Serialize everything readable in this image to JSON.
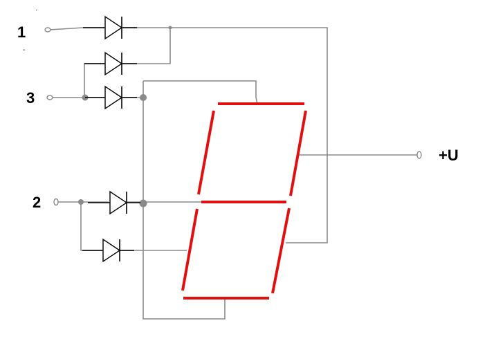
{
  "diagram": {
    "labels": {
      "input_1": "1",
      "input_3": "3",
      "input_2": "2",
      "supply": "+U"
    },
    "stray_marks": [
      "·",
      "-"
    ],
    "colors": {
      "segment": "#e01010",
      "wire": "#8a8a8a",
      "diode": "#000000"
    },
    "components": {
      "display": "seven-segment",
      "diode_count": 5,
      "segments_drawn": [
        "a",
        "b",
        "c",
        "d",
        "e",
        "f",
        "g"
      ]
    }
  }
}
